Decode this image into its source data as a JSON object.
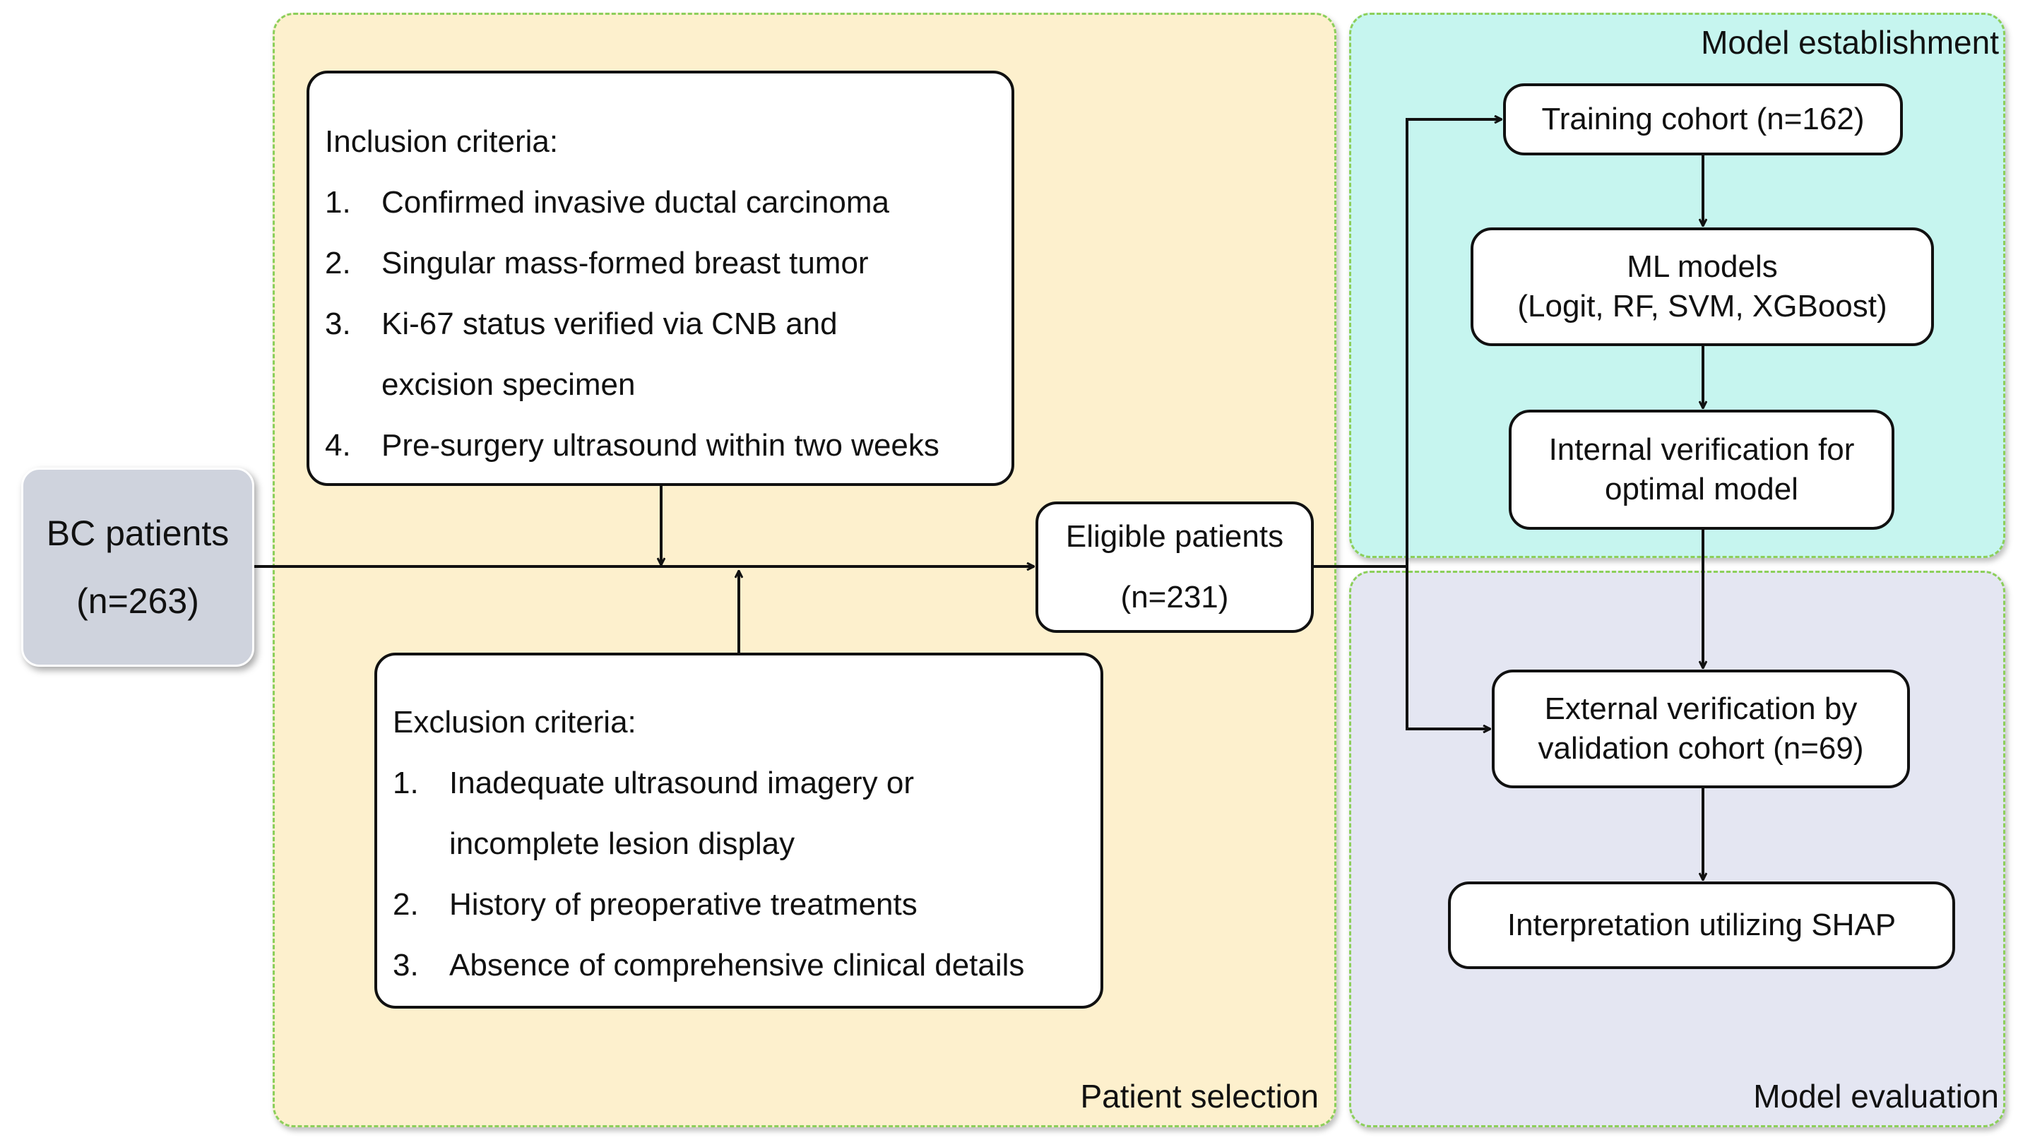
{
  "regions": {
    "patient_selection": "Patient selection",
    "model_establishment": "Model establishment",
    "model_evaluation": "Model evaluation"
  },
  "bc_patients": {
    "label": "BC patients",
    "count": "(n=263)"
  },
  "inclusion": {
    "title": "Inclusion criteria:",
    "items": [
      {
        "num": "1.",
        "text": "Confirmed invasive ductal carcinoma"
      },
      {
        "num": "2.",
        "text": "Singular mass-formed breast tumor"
      },
      {
        "num": "3.",
        "text": "Ki-67 status verified via CNB and"
      },
      {
        "num": "",
        "text": "excision specimen"
      },
      {
        "num": "4.",
        "text": "Pre-surgery ultrasound within two weeks"
      }
    ]
  },
  "exclusion": {
    "title": "Exclusion criteria:",
    "items": [
      {
        "num": "1.",
        "text": "Inadequate ultrasound imagery or"
      },
      {
        "num": "",
        "text": "incomplete lesion display"
      },
      {
        "num": "2.",
        "text": "History of preoperative treatments"
      },
      {
        "num": "3.",
        "text": "Absence of comprehensive clinical details"
      }
    ]
  },
  "eligible": {
    "label": "Eligible patients",
    "count": "(n=231)"
  },
  "training": {
    "label": "Training cohort (n=162)"
  },
  "ml_models": {
    "line1": "ML models",
    "line2": "(Logit, RF, SVM, XGBoost)"
  },
  "internal": {
    "line1": "Internal verification for",
    "line2": "optimal model"
  },
  "external": {
    "line1": "External verification by",
    "line2": "validation cohort  (n=69)"
  },
  "shap": {
    "label": "Interpretation utilizing SHAP"
  },
  "colors": {
    "patient_selection_bg": "#fdf0cd",
    "model_establishment_bg": "#c6f5ef",
    "model_evaluation_bg": "#e4e6f2",
    "region_border": "#8ccf5a",
    "bc_box_bg": "#cfd3dd"
  }
}
